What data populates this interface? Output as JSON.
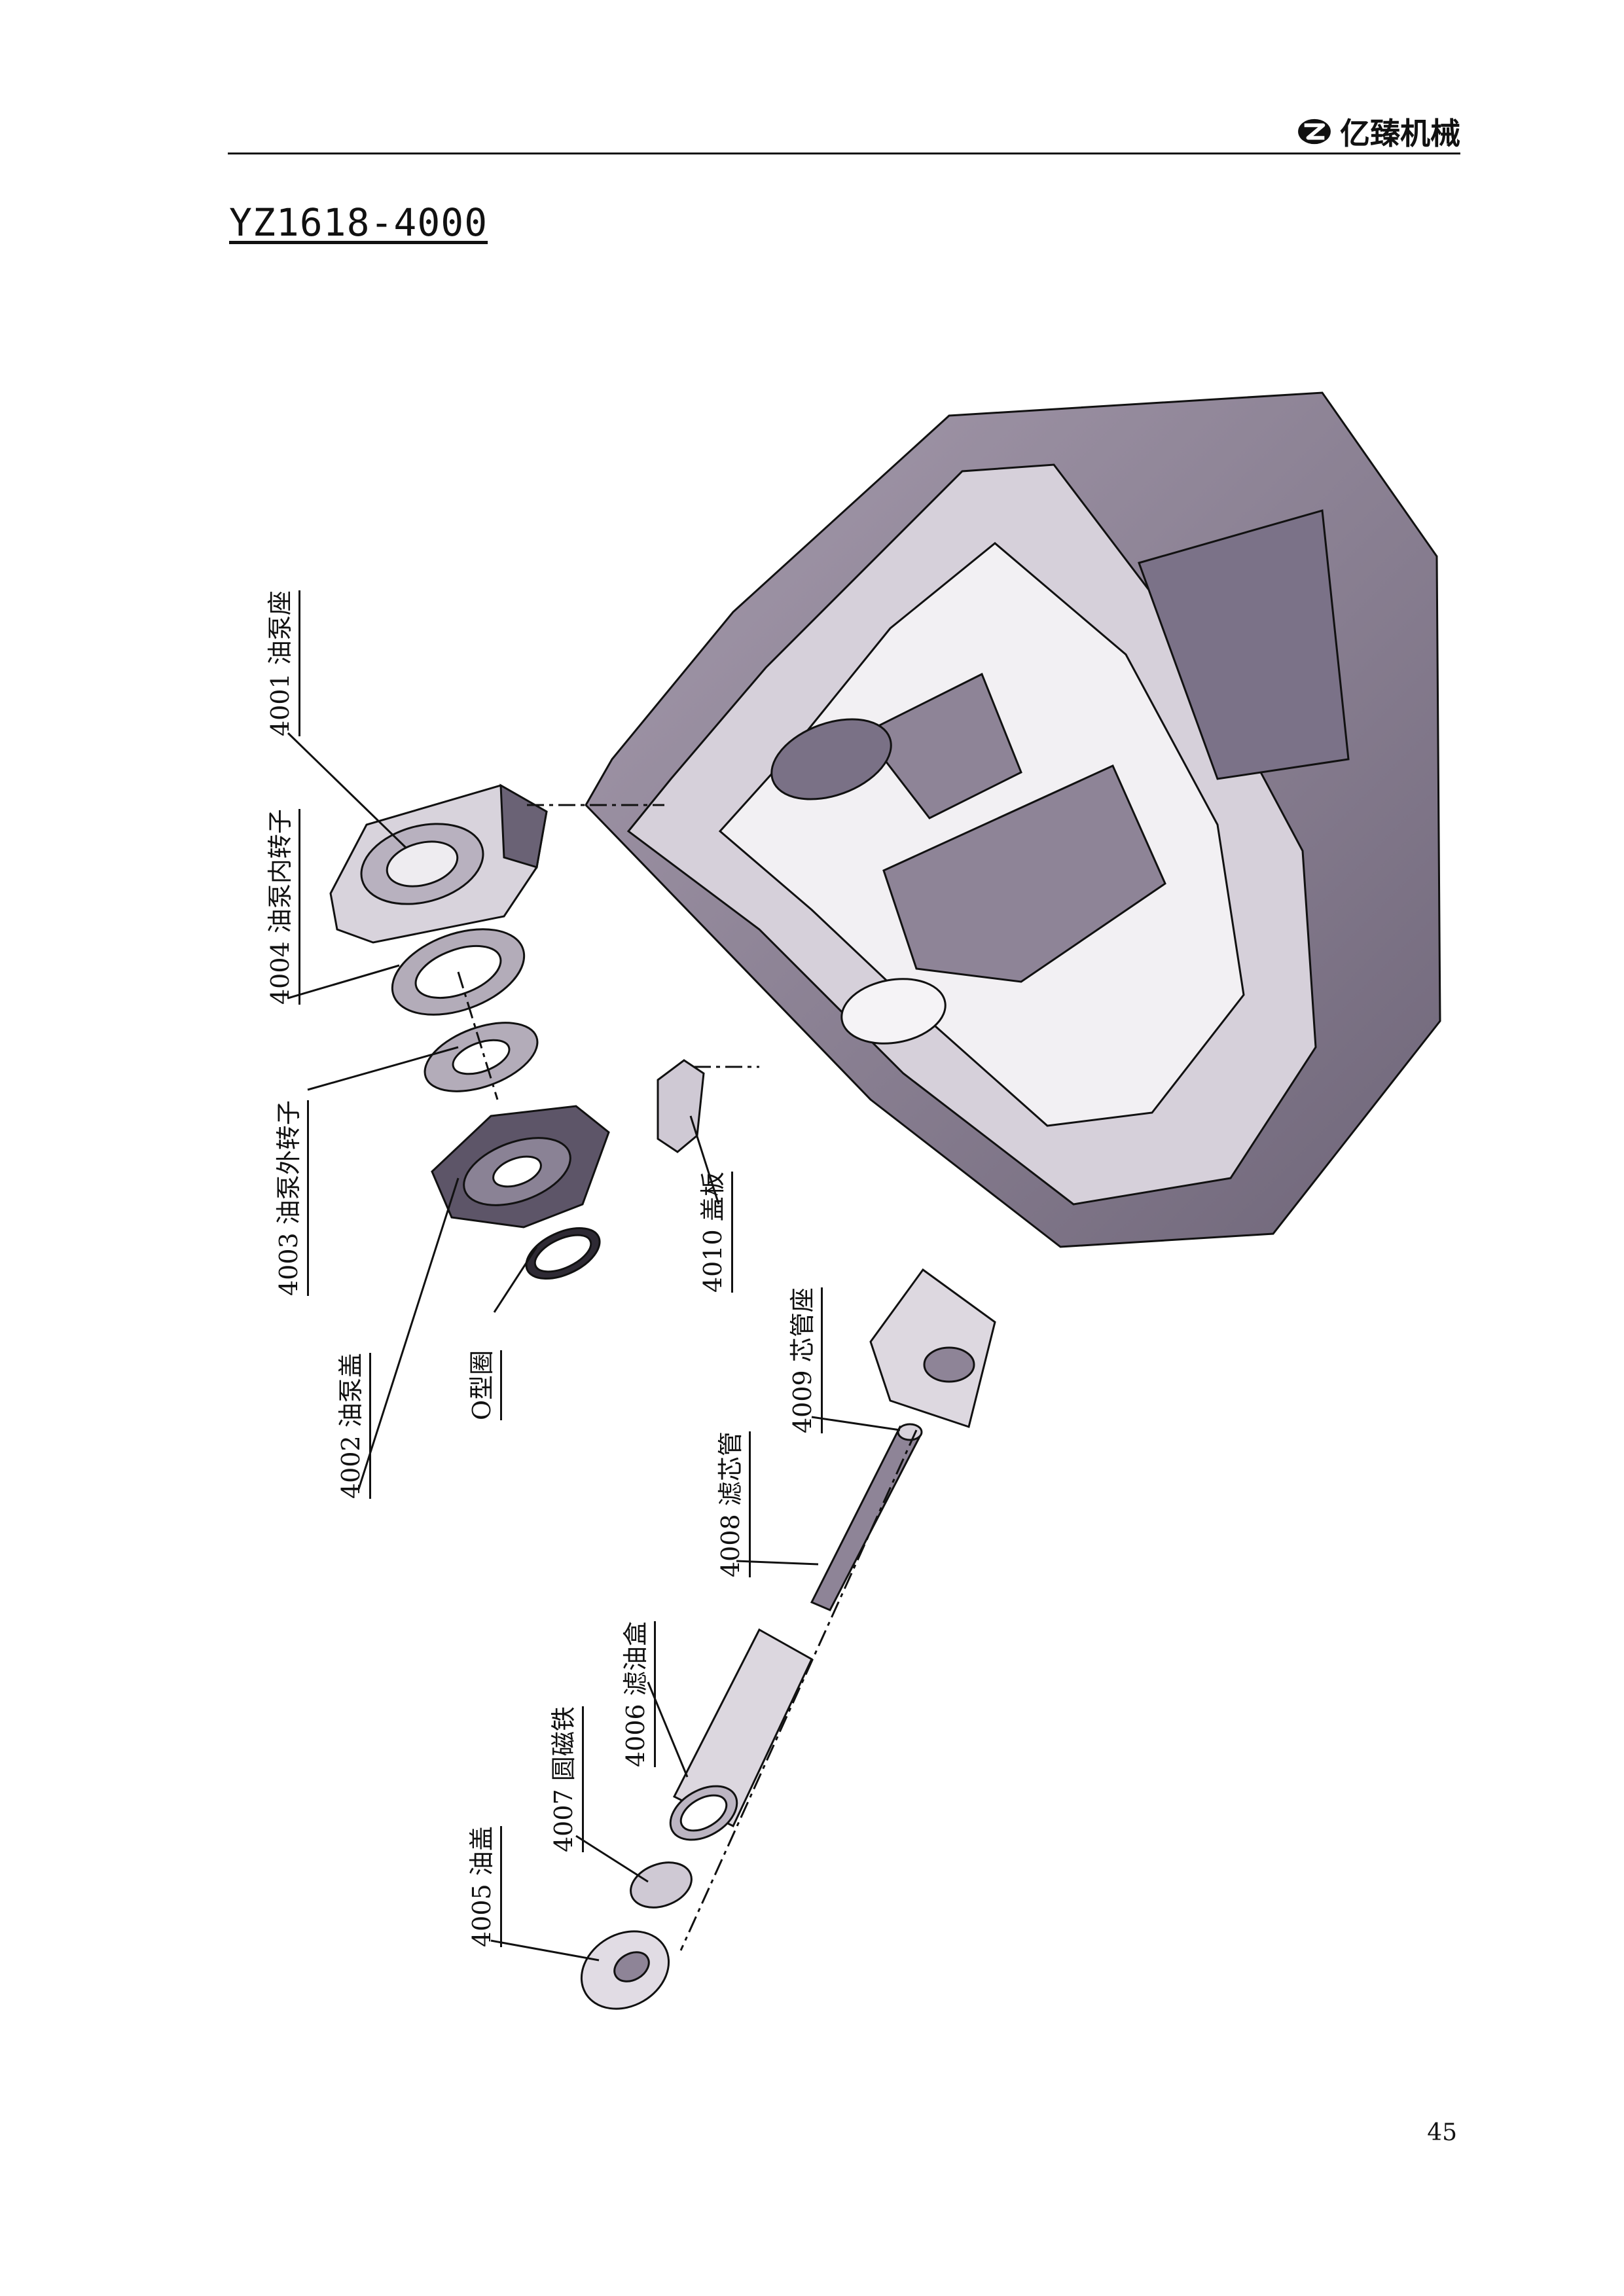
{
  "header": {
    "brand_name": "亿臻机械",
    "logo_icon": "yizhen-logo-icon",
    "document_code": "YZ1618-4000"
  },
  "parts": [
    {
      "id": "4001",
      "name": "油泵座"
    },
    {
      "id": "4004",
      "name": "油泵内转子"
    },
    {
      "id": "4003",
      "name": "油泵外转子"
    },
    {
      "id": "4002",
      "name": "油泵盖"
    },
    {
      "id": "",
      "name": "O型圈"
    },
    {
      "id": "4010",
      "name": "盖板"
    },
    {
      "id": "4009",
      "name": "芯管座"
    },
    {
      "id": "4008",
      "name": "滤芯管"
    },
    {
      "id": "4006",
      "name": "滤油盒"
    },
    {
      "id": "4007",
      "name": "圆磁铁"
    },
    {
      "id": "4005",
      "name": "油盖"
    }
  ],
  "footer": {
    "page_number": "45"
  },
  "colors": {
    "housing": "#8e8497",
    "housing_dark": "#5e566a",
    "housing_light": "#cfc9d4",
    "line": "#111111"
  }
}
